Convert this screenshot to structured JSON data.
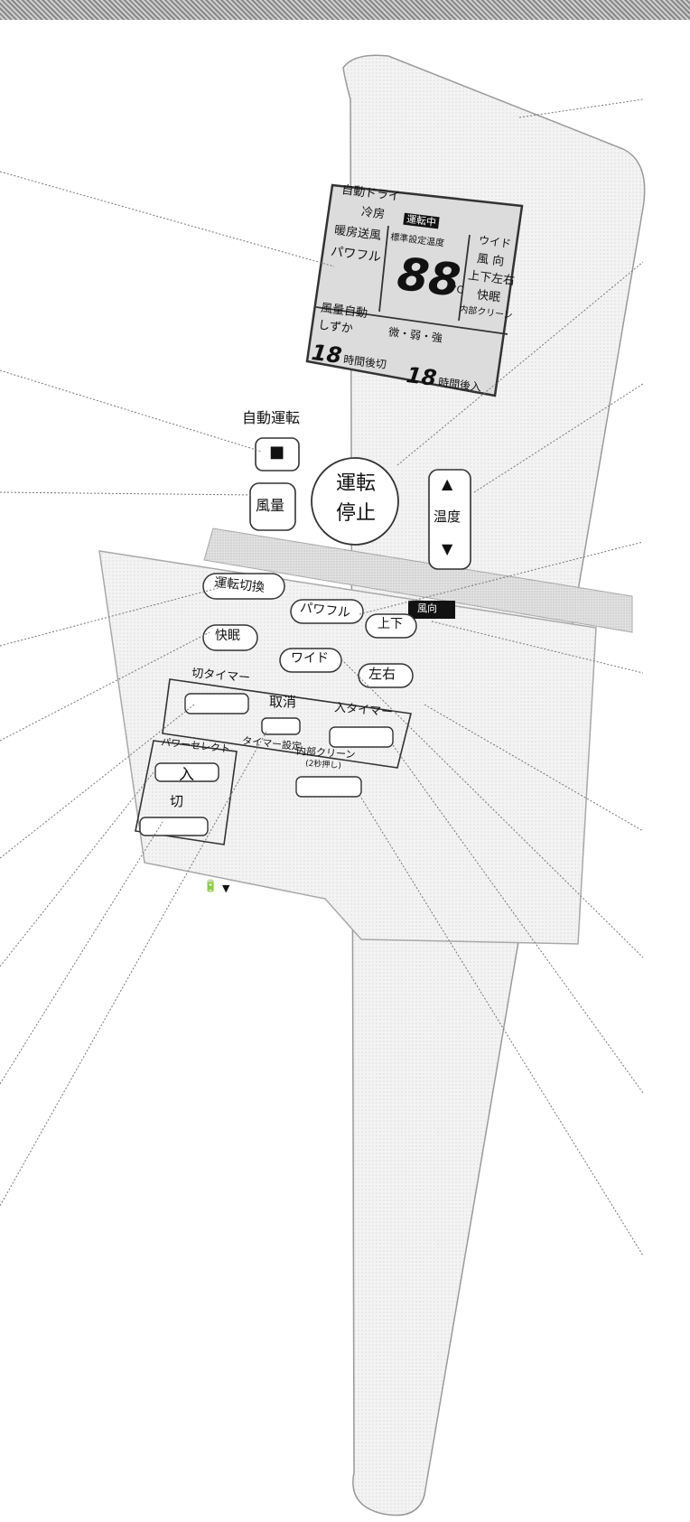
{
  "lcd": {
    "mode_auto_dry": "自動ドライ",
    "mode_cool": "冷房",
    "mode_heat_fan": "暖房送風",
    "mode_powerful": "パワフル",
    "running": "運転中",
    "standard_set_temp": "標準設定温度",
    "temp_digits": "88",
    "temp_unit": "°C",
    "wide": "ウイド",
    "wind_dir": "風 向",
    "up_down_left_right": "上下左右",
    "sleep": "快眠",
    "internal_clean": "内部クリーン",
    "fan_auto": "風量自動",
    "quiet": "しずか",
    "fan_levels": "微・弱・強",
    "timer_digits_left": "18",
    "off_after_hours": "時間後切",
    "timer_digits_right": "18",
    "on_after_hours": "時間後入"
  },
  "buttons": {
    "auto_run_label": "自動運転",
    "auto_run_symbol": "■",
    "fan_volume": "風量",
    "run_stop_top": "運転",
    "run_stop_bottom": "停止",
    "temp_up_symbol": "▲",
    "temp_label": "温度",
    "temp_down_symbol": "▼",
    "mode_switch": "運転切換",
    "powerful": "パワフル",
    "up_down": "上下",
    "wind_dir_badge": "風向",
    "left_right": "左右",
    "sleep": "快眠",
    "wide": "ワイド",
    "off_timer": "切タイマー",
    "cancel": "取消",
    "on_timer": "入タイマー",
    "timer_setting": "タイマー設定",
    "power_select": "パワーセレクト",
    "power_on": "入",
    "power_off": "切",
    "internal_clean": "内部クリーン",
    "internal_clean_note": "(2秒押し)",
    "battery_symbol": "▼"
  }
}
